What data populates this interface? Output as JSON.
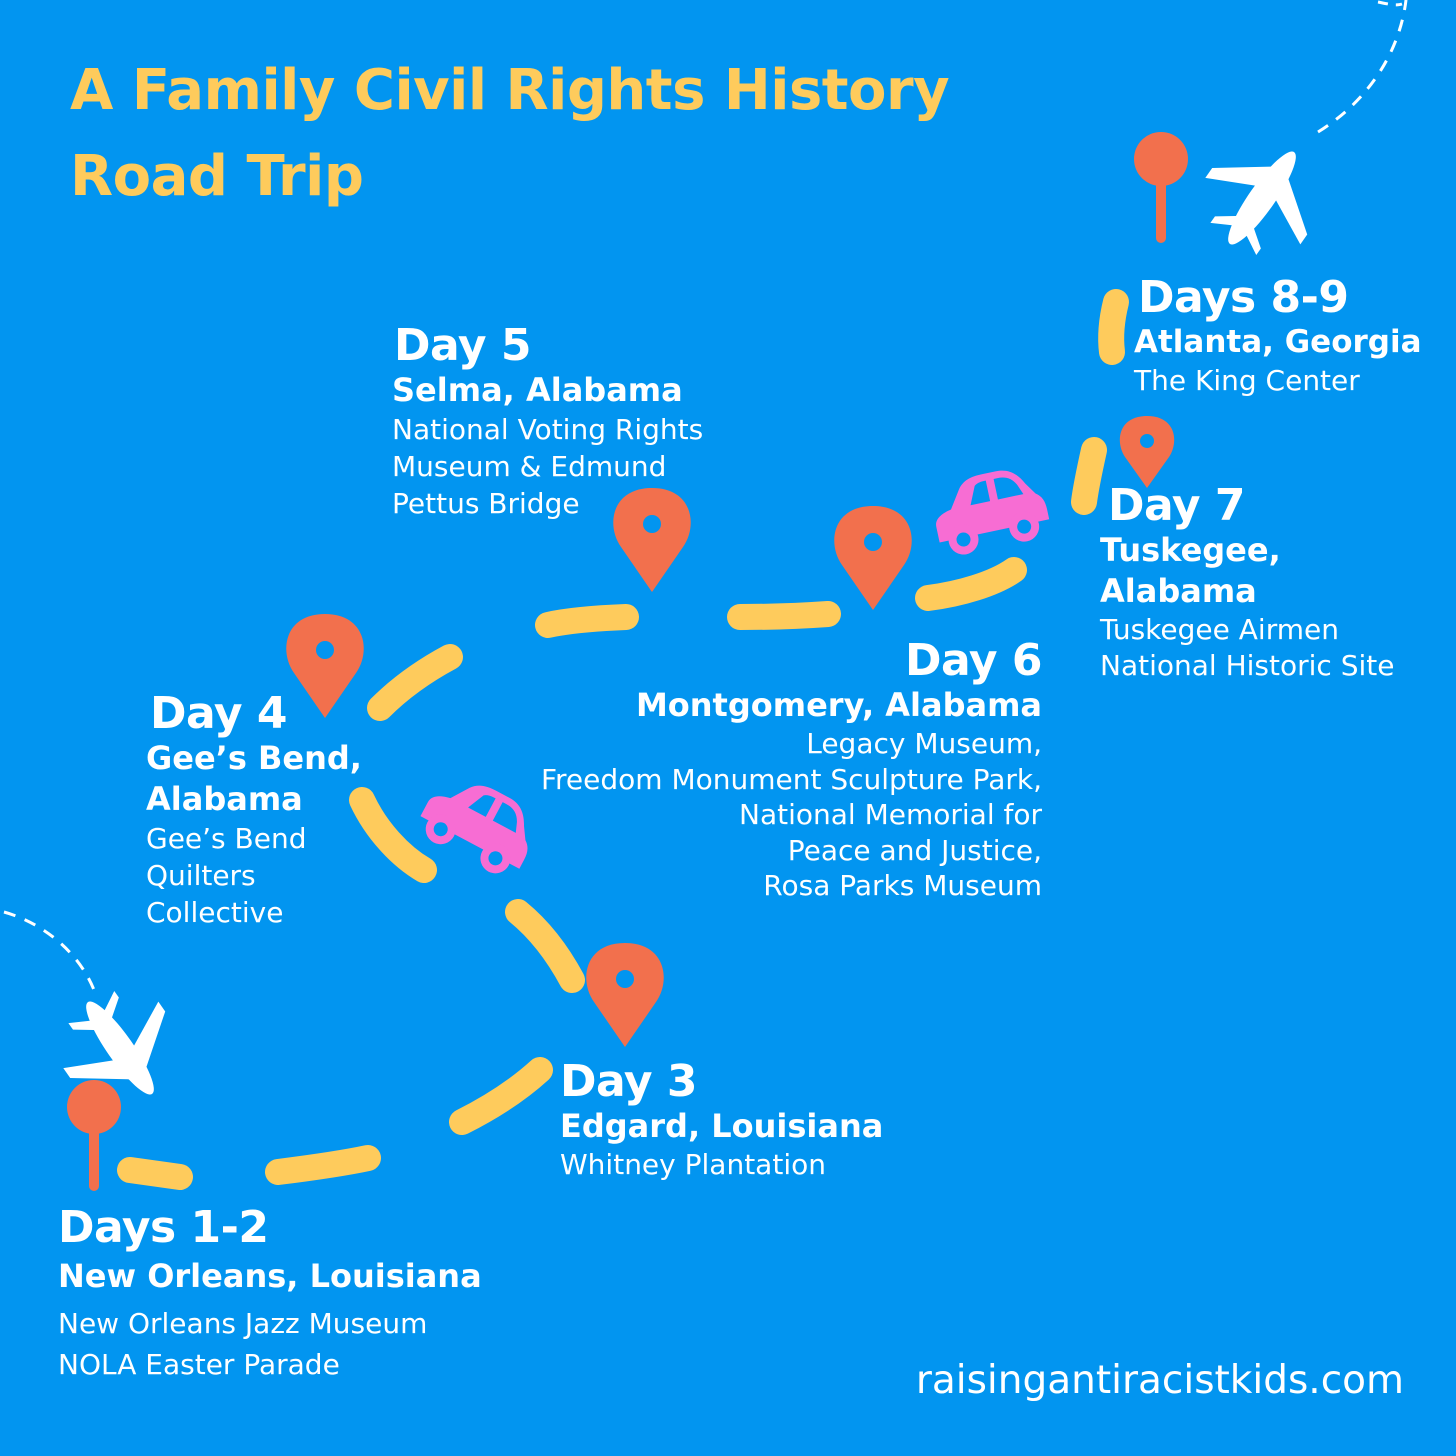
{
  "title": {
    "line1": "A Family Civil Rights History",
    "line2": "Road Trip"
  },
  "stops": {
    "days_1_2": {
      "day": "Days 1-2",
      "place": "New Orleans, Louisiana",
      "desc": [
        "New Orleans Jazz Museum",
        "NOLA Easter Parade"
      ]
    },
    "day_3": {
      "day": "Day 3",
      "place": "Edgard, Louisiana",
      "desc": [
        "Whitney Plantation"
      ]
    },
    "day_4": {
      "day": "Day 4",
      "place": [
        "Gee’s Bend,",
        "Alabama"
      ],
      "desc": [
        "Gee’s Bend",
        "Quilters",
        "Collective"
      ]
    },
    "day_5": {
      "day": "Day 5",
      "place": "Selma, Alabama",
      "desc": [
        "National Voting Rights",
        "Museum & Edmund",
        "Pettus Bridge"
      ]
    },
    "day_6": {
      "day": "Day 6",
      "place": "Montgomery, Alabama",
      "desc": [
        "Legacy Museum,",
        "Freedom Monument Sculpture Park,",
        "National Memorial for",
        "Peace and Justice,",
        "Rosa Parks Museum"
      ]
    },
    "day_7": {
      "day": "Day 7",
      "place": [
        "Tuskegee,",
        "Alabama"
      ],
      "desc": [
        "Tuskegee Airmen",
        "National Historic Site"
      ]
    },
    "days_8_9": {
      "day": "Days 8-9",
      "place": "Atlanta, Georgia",
      "desc": [
        "The King Center"
      ]
    }
  },
  "website": "raisingantiracistkids.com",
  "icons": [
    "map-pin-icon",
    "lollipop-pin-icon",
    "car-icon",
    "airplane-icon"
  ],
  "colors": {
    "background": "#0295F0",
    "title": "#FECB5C",
    "road": "#FECB5C",
    "pin": "#F2704D",
    "car": "#F76DD3",
    "text": "#FFFFFF"
  }
}
